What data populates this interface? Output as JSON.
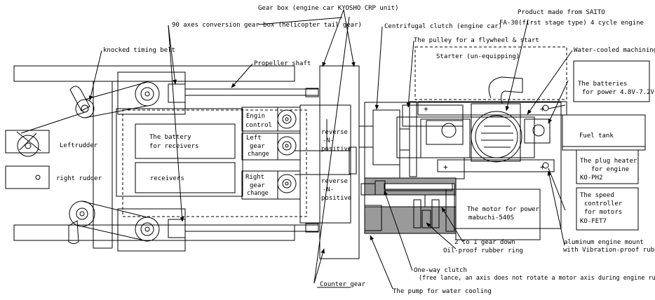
{
  "colors": {
    "line": "#000000",
    "fill_gray": "#9a9a9a",
    "background": "#ffffff"
  },
  "labels": {
    "gearbox": "Gear box (engine car KYOSHO CRP unit)",
    "axes90": "90 axes conversion gear box (helicopter tail gear)",
    "timing_belt": "knocked timing belt",
    "propeller_shaft": "Propeller shaft",
    "clutch": "Centrifugal clutch (engine car)",
    "pulley": "The pulley for a flywheel & start",
    "product_l1": "Product made from SAITO",
    "product_l2": "FA-30(first stage type) 4 cycle engine",
    "starter": "Starter (un-equipping)",
    "water_machining": "Water-cooled machining",
    "batteries_l1": "The batteries",
    "batteries_l2": "for power 4.8V-7.2V",
    "fuel_tank": "Fuel tank",
    "plug_l1": "The plug heater",
    "plug_l2": "for engine",
    "plug_l3": "KO-PH2",
    "speed_l1": "The speed",
    "speed_l2": "controller",
    "speed_l3": "for motors",
    "speed_l4": "KO-FET7",
    "left_rudder": "Leftrudder",
    "right_rudder": "right rudder",
    "battery_rx_l1": "The battery",
    "battery_rx_l2": "for receivers",
    "receivers": "receivers",
    "engin_control_l1": "Engin",
    "engin_control_l2": "control",
    "left_gear_l1": "Left",
    "left_gear_l2": "gear",
    "left_gear_l3": "change",
    "right_gear_l1": "Right",
    "right_gear_l2": "gear",
    "right_gear_l3": "change",
    "reverse_l1": "reverse",
    "reverse_l2": "-N-",
    "reverse_l3": "positive",
    "motor_l1": "The motor for power",
    "motor_l2": "mabuchi-540S",
    "gear_down": "2 to 1 gear down",
    "oil_ring": "Oil-proof rubber ring",
    "al_mount_l1": "aluminum engine mount",
    "al_mount_l2": "with Vibration-proof rubber",
    "oneway_l1": "One-way clutch",
    "oneway_l2": "(free lance, an axis does not rotate a motor axis during engine runninng)",
    "counter_gear": "Counter gear",
    "pump": "The pump for water cooling",
    "circle_o": "O",
    "plus": "+"
  }
}
